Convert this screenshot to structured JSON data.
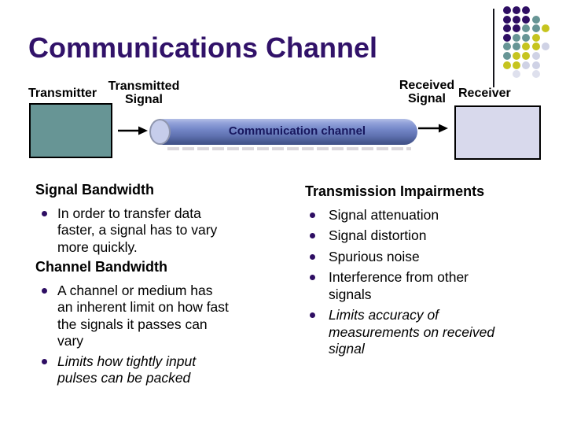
{
  "slide": {
    "title": "Communications Channel"
  },
  "diagram": {
    "transmitter_label": "Transmitter",
    "transmitted_signal_label": "Transmitted\nSignal",
    "channel_label": "Communication channel",
    "received_signal_label": "Received\nSignal",
    "receiver_label": "Receiver"
  },
  "content": {
    "left": {
      "sections": [
        {
          "heading": "Signal Bandwidth",
          "bullets": [
            {
              "text": "In order to transfer data\nfaster, a signal has to vary\nmore quickly.",
              "italic": false
            }
          ]
        },
        {
          "heading": "Channel Bandwidth",
          "bullets": [
            {
              "text": "A channel or medium has\nan inherent limit on how fast\nthe signals it passes can\nvary",
              "italic": false
            },
            {
              "text": "Limits how tightly input\npulses can be packed",
              "italic": true
            }
          ]
        }
      ]
    },
    "right": {
      "heading": "Transmission Impairments",
      "bullets": [
        {
          "text": "Signal attenuation",
          "italic": false
        },
        {
          "text": "Signal distortion",
          "italic": false
        },
        {
          "text": "Spurious noise",
          "italic": false
        },
        {
          "text": "Interference from other\nsignals",
          "italic": false
        },
        {
          "text": "Limits accuracy of\nmeasurements on received\nsignal",
          "italic": true
        }
      ]
    }
  },
  "colors": {
    "title": "#311269",
    "bullet": "#2E0E63",
    "transmitter_box": "#679595",
    "receiver_box": "#D8D9EC",
    "pipe_mid": "#7487C8",
    "pipe_bottom": "#3F4F85",
    "pipe_cap": "#C6CDEB",
    "pipe_text": "#17175E",
    "dot_purple": "#2E0E63",
    "dot_teal": "#679595",
    "dot_yellow": "#C6C41F",
    "dot_lavender": "#CFD2E5",
    "dot_lavender_light": "#DEE0ED"
  },
  "decoration": {
    "dot_pattern": [
      [
        "P",
        "P",
        "P"
      ],
      [
        "P",
        "P",
        "P",
        "T"
      ],
      [
        "P",
        "P",
        "T",
        "T",
        "Y"
      ],
      [
        "P",
        "T",
        "T",
        "Y"
      ],
      [
        "T",
        "T",
        "Y",
        "Y",
        "L"
      ],
      [
        "T",
        "Y",
        "Y",
        "L"
      ],
      [
        "Y",
        "Y",
        "L",
        "L"
      ],
      [
        "",
        "LL",
        "",
        "LL"
      ]
    ]
  }
}
